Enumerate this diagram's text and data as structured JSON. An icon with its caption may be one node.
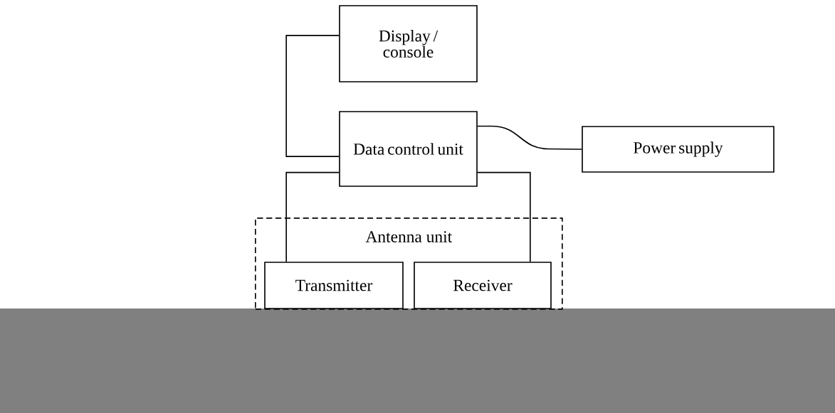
{
  "diagram": {
    "nodes": [
      {
        "text": [
          "Display / console"
        ]
      },
      {
        "text": [
          "Data control unit"
        ]
      },
      {
        "text": [
          "Power supply"
        ]
      },
      {
        "text": [
          "Antenna unit"
        ]
      },
      {
        "text": [
          "Transmitter"
        ],
        "in": 3
      },
      {
        "text": [
          "Receiver"
        ],
        "in": 3
      }
    ],
    "edges": [
      {
        "from": 1,
        "to": 0,
        "arrow": "none"
      },
      {
        "from": 1,
        "to": 2,
        "arrow": "none"
      },
      {
        "from": 1,
        "to": 4,
        "arrow": "none"
      },
      {
        "from": 1,
        "to": 5,
        "arrow": "none"
      }
    ]
  }
}
